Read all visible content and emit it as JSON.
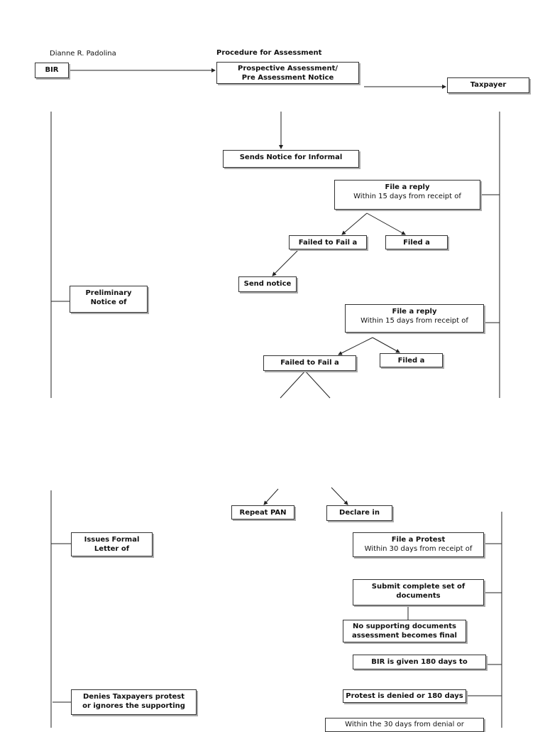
{
  "author": "Dianne R. Padolina",
  "title": "Procedure for Assessment",
  "nodes": {
    "bir": "BIR",
    "prospective": [
      "Prospective Assessment/",
      "Pre Assessment Notice"
    ],
    "taxpayer": "Taxpayer",
    "sends_notice": "Sends Notice for Informal",
    "file_reply_1": {
      "title": "File a reply",
      "detail": "Within 15 days from receipt of"
    },
    "failed_1": "Failed to Fail a",
    "filed_1": "Filed a",
    "send_notice": "Send notice",
    "preliminary": [
      "Preliminary",
      "Notice of"
    ],
    "file_reply_2": {
      "title": "File a reply",
      "detail": "Within 15 days from receipt of"
    },
    "failed_2": "Failed to Fail a",
    "filed_2": "Filed a",
    "repeat_pan": "Repeat PAN",
    "declare_in": "Declare in",
    "issues_formal": [
      "Issues Formal",
      "Letter of"
    ],
    "file_protest": {
      "title": "File a Protest",
      "detail": "Within 30 days from receipt of"
    },
    "submit_docs": [
      "Submit complete set of",
      "documents"
    ],
    "no_supporting": [
      "No supporting documents",
      "assessment becomes final"
    ],
    "bir_180": "BIR is given 180 days to",
    "denies": [
      "Denies Taxpayers protest",
      "or ignores the supporting"
    ],
    "protest_denied": "Protest is denied or 180 days",
    "within_30": "Within the 30 days from denial or"
  }
}
